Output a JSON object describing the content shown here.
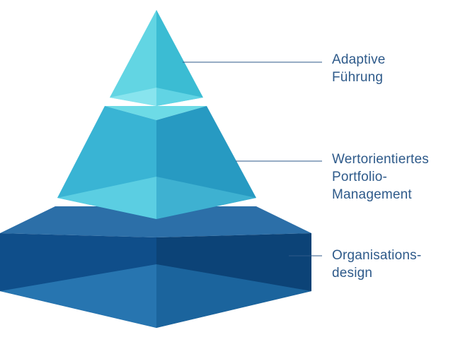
{
  "colors": {
    "top_tier": "#4fd0de",
    "middle_tier": "#3bb6d6",
    "bottom_tier": "#1a6aa5",
    "leader_line": "#2e5a8a",
    "label_text": "#2e5a8a"
  },
  "tiers": [
    {
      "id": "top",
      "label_lines": [
        "Adaptive",
        "Führung"
      ]
    },
    {
      "id": "middle",
      "label_lines": [
        "Wertorientiertes",
        "Portfolio-",
        "Management"
      ]
    },
    {
      "id": "bottom",
      "label_lines": [
        "Organisations-",
        "design"
      ]
    }
  ]
}
